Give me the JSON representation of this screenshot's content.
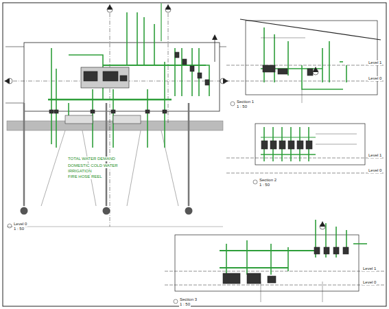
{
  "diagram": {
    "labels": [
      "Level 0",
      "1 : 50",
      "Section 1",
      "1 : 50",
      "Section 2",
      "1 : 50",
      "Section 3",
      "1 : 50",
      "TOTAL WATER DEMAND",
      "DOMESTIC COLD WATER",
      "IRRIGATION",
      "FIRE HOSE REEL",
      "Level 1",
      "Level 0",
      "Level 1",
      "Level 0",
      "Level 1",
      "Level 0"
    ]
  }
}
